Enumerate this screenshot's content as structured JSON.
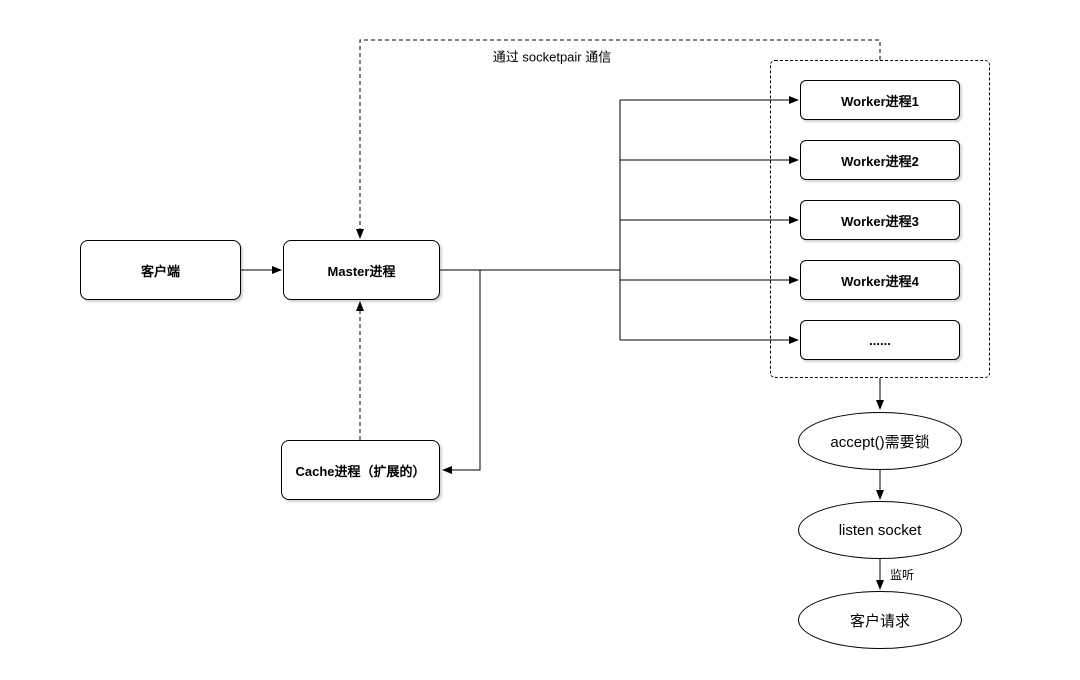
{
  "diagram": {
    "background_color": "#ffffff",
    "stroke_color": "#000000",
    "text_color": "#000000",
    "nodes": {
      "client": {
        "label": "客户端"
      },
      "master": {
        "label": "Master进程"
      },
      "cache": {
        "label": "Cache进程（扩展的）"
      },
      "accept_lock": {
        "label": "accept()需要锁"
      },
      "listen_socket": {
        "label": "listen socket"
      },
      "client_request": {
        "label": "客户请求"
      }
    },
    "workers": [
      {
        "label": "Worker进程1"
      },
      {
        "label": "Worker进程2"
      },
      {
        "label": "Worker进程3"
      },
      {
        "label": "Worker进程4"
      },
      {
        "label": "......"
      }
    ],
    "edge_labels": {
      "socketpair": "通过 socketpair 通信",
      "listen": "监听"
    }
  }
}
